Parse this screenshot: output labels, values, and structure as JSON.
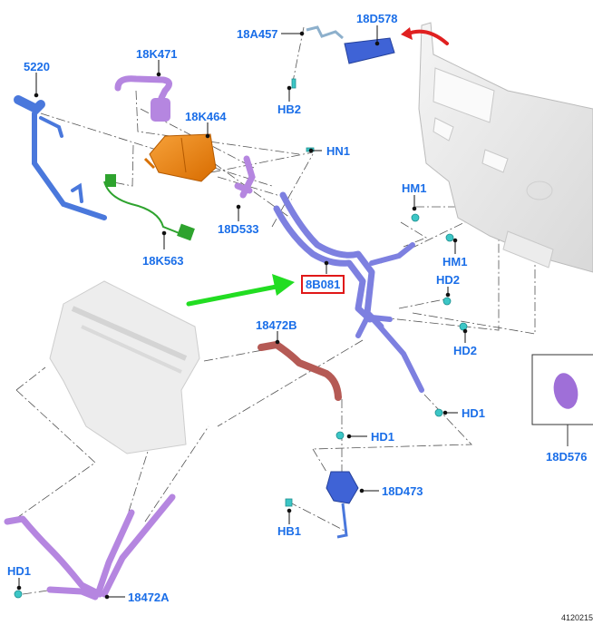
{
  "diagram": {
    "title": "Heater hoses and auxiliary coolant pump exploded parts view",
    "document_number": "4120215",
    "highlighted_part": "8B081",
    "colors": {
      "label": "#1a6ee8",
      "highlight_box": "#e01818",
      "pointer_arrow": "#22dd22",
      "direction_arrow": "#e02020",
      "hose_blue": "#7d80e0",
      "hose_purple": "#b586e0",
      "hose_red": "#b55a55",
      "heater_body": "#f0820a",
      "pipe_blue": "#4a78dc",
      "harness_green": "#2ea32e",
      "clip_cyan": "#3cc6c6",
      "panel_gray": "#e6e6e6"
    },
    "labels": {
      "p5220": "5220",
      "p18K471": "18K471",
      "p18K464": "18K464",
      "p18A457": "18A457",
      "p18D578": "18D578",
      "pHB2": "HB2",
      "pHN1": "HN1",
      "p18D533": "18D533",
      "p18K563": "18K563",
      "pHM1a": "HM1",
      "pHM1b": "HM1",
      "p8B081": "8B081",
      "pHD2a": "HD2",
      "pHD2b": "HD2",
      "p18472B": "18472B",
      "pHD1a": "HD1",
      "pHD1b": "HD1",
      "p18D576": "18D576",
      "p18D473": "18D473",
      "pHB1": "HB1",
      "pHD1c": "HD1",
      "p18472A": "18472A"
    }
  }
}
